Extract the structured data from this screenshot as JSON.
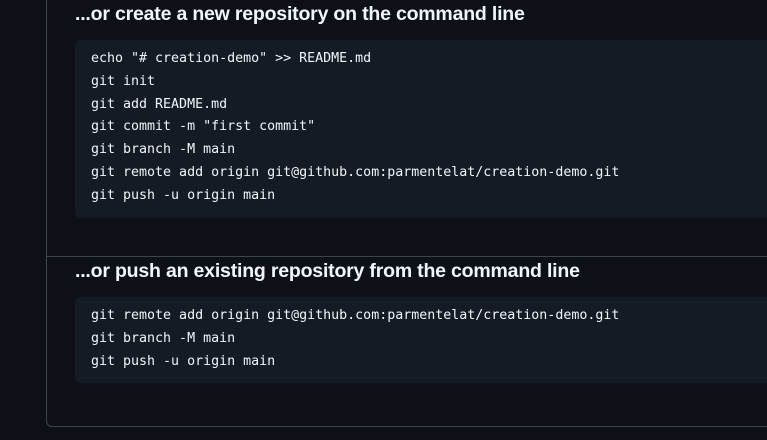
{
  "theme": {
    "page_background": "#0d1117",
    "panel_border": "#3d444d",
    "code_background": "#151b23",
    "text_primary": "#f0f6fc"
  },
  "sections": [
    {
      "heading": "...or create a new repository on the command line",
      "code_lines": [
        "echo \"# creation-demo\" >> README.md",
        "git init",
        "git add README.md",
        "git commit -m \"first commit\"",
        "git branch -M main",
        "git remote add origin git@github.com:parmentelat/creation-demo.git",
        "git push -u origin main"
      ]
    },
    {
      "heading": "...or push an existing repository from the command line",
      "code_lines": [
        "git remote add origin git@github.com:parmentelat/creation-demo.git",
        "git branch -M main",
        "git push -u origin main"
      ]
    }
  ]
}
